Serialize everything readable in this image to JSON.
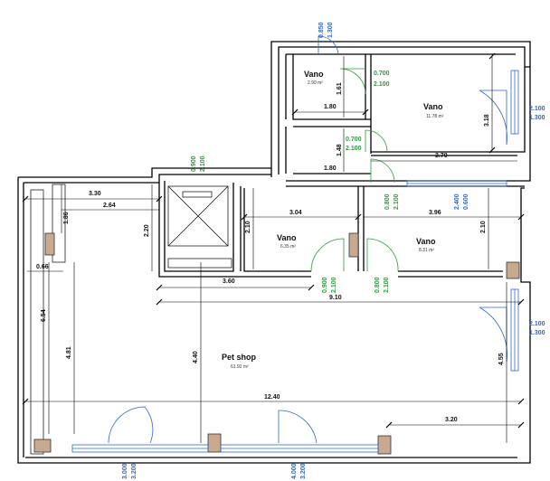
{
  "rooms": {
    "vano_top_left": {
      "name": "Vano",
      "area": "2.90 m²"
    },
    "vano_top_right": {
      "name": "Vano",
      "area": "11.78 m²"
    },
    "vano_middle": {
      "name": "Vano",
      "area": "6.35 m²"
    },
    "vano_right": {
      "name": "Vano",
      "area": "8.31 m²"
    },
    "pet_shop": {
      "name": "Pet shop",
      "area": "61.92 m²"
    }
  },
  "dimensions": {
    "d_1_80_a": "1.80",
    "d_1_61": "1.61",
    "d_1_48": "1.48",
    "d_1_80_b": "1.80",
    "d_3_18": "3.18",
    "d_3_70": "3.70",
    "d_3_30": "3.30",
    "d_2_64": "2.64",
    "d_1_86": "1.86",
    "d_2_20": "2.20",
    "d_2_10_a": "2.10",
    "d_3_04": "3.04",
    "d_3_96": "3.96",
    "d_2_10_b": "2.10",
    "d_0_66": "0.66",
    "d_3_60": "3.60",
    "d_9_10": "9.10",
    "d_6_54": "6.54",
    "d_4_81": "4.81",
    "d_4_40": "4.40",
    "d_4_55": "4.55",
    "d_12_40": "12.40",
    "d_3_20": "3.20"
  },
  "openings": {
    "top_door": {
      "width": "0.850",
      "height": "1.300"
    },
    "door_a": {
      "width": "0.700",
      "height": "2.100"
    },
    "door_b": {
      "width": "0.700",
      "height": "2.100"
    },
    "window_right_top": {
      "width": "2.100",
      "height": "1.300"
    },
    "stair_door": {
      "width": "0.900",
      "height": "2.100"
    },
    "door_c": {
      "width": "0.800",
      "height": "2.100"
    },
    "window_mid": {
      "width": "2.400",
      "height": "0.600"
    },
    "door_d": {
      "width": "0.900",
      "height": "2.100"
    },
    "door_e": {
      "width": "0.800",
      "height": "2.100"
    },
    "window_right_bottom": {
      "width": "2.100",
      "height": "1.300"
    },
    "bottom_left": {
      "width": "3.000",
      "height": "3.200"
    },
    "bottom_right": {
      "width": "4.000",
      "height": "3.200"
    }
  },
  "colors": {
    "walls": "#000000",
    "doors": "#2f9a3c",
    "windows": "#3366cc",
    "columns": "#c8a990"
  }
}
